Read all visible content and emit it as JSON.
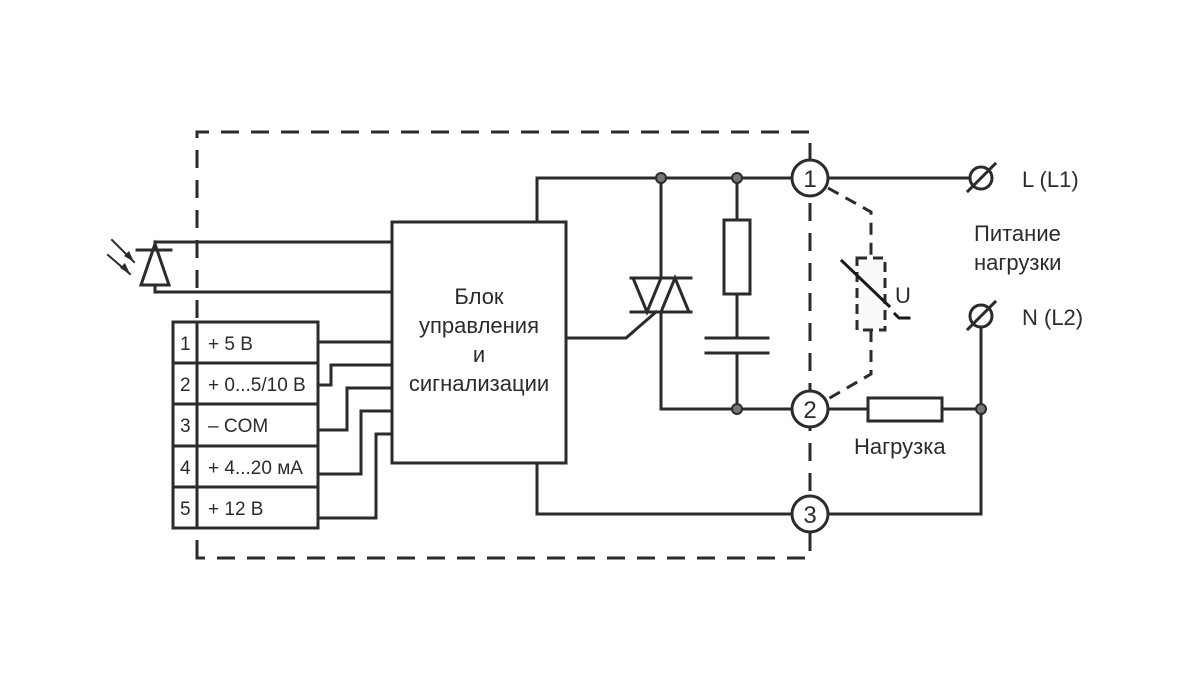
{
  "diagram": {
    "control_block": {
      "lines": [
        "Блок",
        "управления",
        "и",
        "сигнализации"
      ]
    },
    "terminal_table": {
      "rows": [
        {
          "num": "1",
          "label": "+  5 В"
        },
        {
          "num": "2",
          "label": "+ 0...5/10 В"
        },
        {
          "num": "3",
          "label": "–  COM"
        },
        {
          "num": "4",
          "label": "+  4...20 мА"
        },
        {
          "num": "5",
          "label": "+ 12 В"
        }
      ]
    },
    "output_terminals": [
      "1",
      "2",
      "3"
    ],
    "supply": {
      "l_label": "L (L1)",
      "n_label": "N (L2)",
      "caption_lines": [
        "Питание",
        "нагрузки"
      ]
    },
    "load_label": "Нагрузка",
    "varistor_label": "U"
  }
}
